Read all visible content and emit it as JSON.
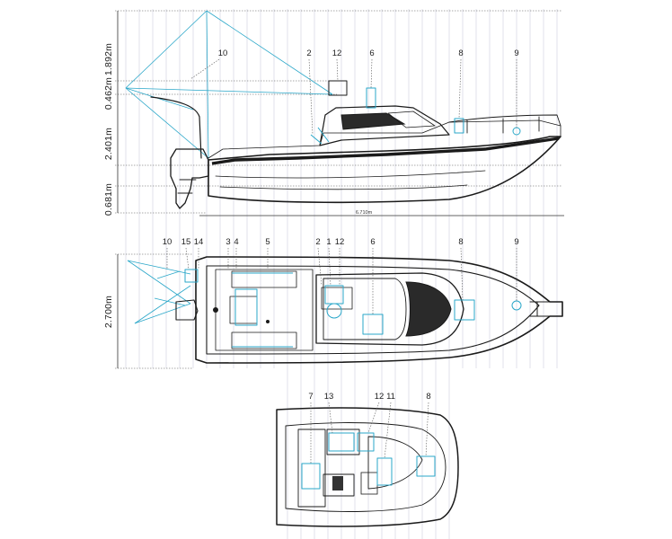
{
  "dimensions": {
    "height_1": "1.892m",
    "height_2": "0.462m",
    "height_3": "2.401m",
    "height_4": "0.681m",
    "length": "6.710m",
    "beam": "2.700m"
  },
  "side_view": {
    "callouts": [
      "10",
      "2",
      "12",
      "6",
      "8",
      "9"
    ]
  },
  "top_view": {
    "callouts": [
      "10",
      "15",
      "14",
      "3",
      "4",
      "5",
      "2",
      "1",
      "12",
      "6",
      "8",
      "9"
    ]
  },
  "interior_view": {
    "callouts": [
      "7",
      "13",
      "12",
      "11",
      "8"
    ]
  },
  "colors": {
    "ink": "#1a1a1a",
    "accent": "#2aa7c9",
    "grid": "#d9dbe6",
    "background": "#ffffff"
  }
}
